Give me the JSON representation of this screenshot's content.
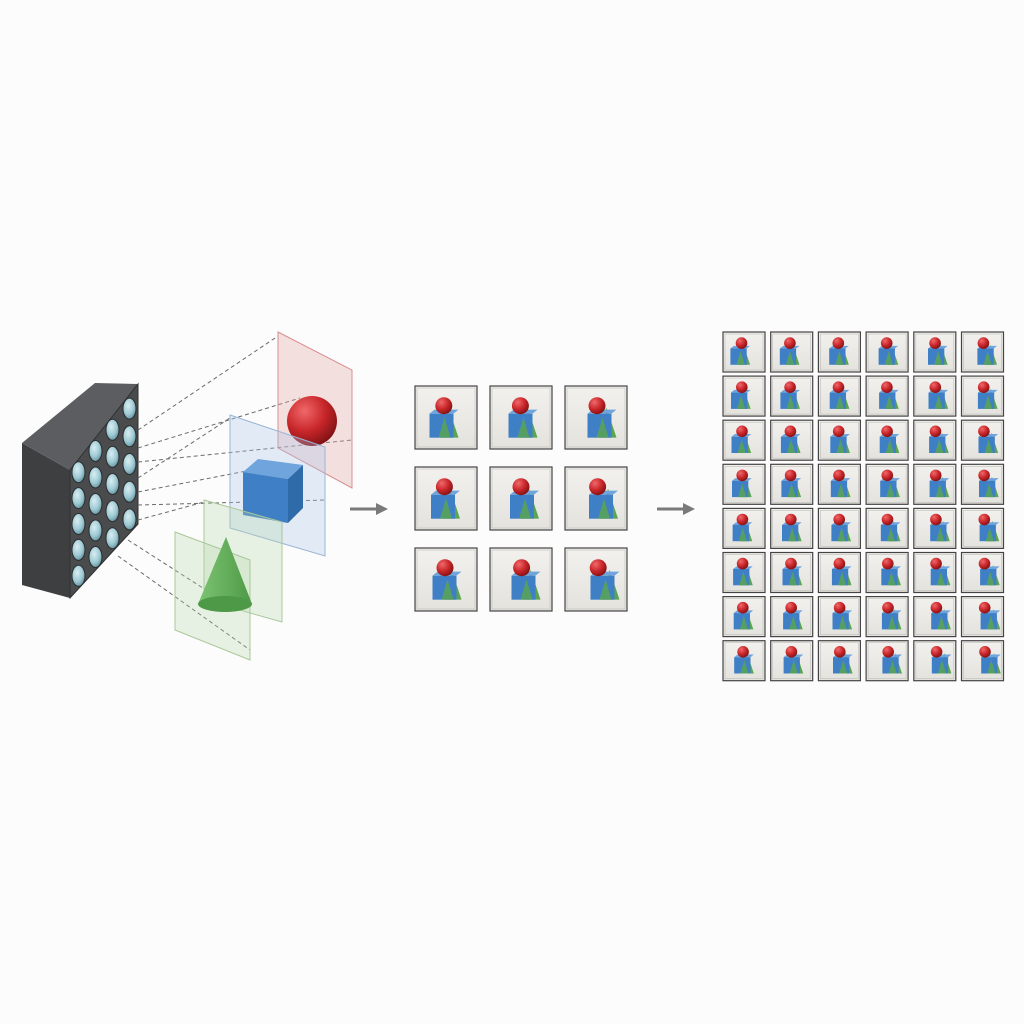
{
  "title": "",
  "colors": {
    "background": "#fcfcfc",
    "camera_body": "#4a4b4d",
    "lens": "#9ec9d3",
    "plane_red": "#e6a9a9",
    "plane_blue": "#a9c4e6",
    "plane_green": "#b7d6a8",
    "sphere": "#c8262a",
    "cube": "#3f7fc6",
    "cone": "#5aa551",
    "arrow": "#7a7a7a",
    "thumb_border": "#444444",
    "thumb_bg": "#ecebe7"
  },
  "camera": {
    "name": "light-field-camera",
    "lens_rows": 5,
    "lens_cols": 4
  },
  "depth_layers": [
    {
      "name": "sphere-layer",
      "shape": "sphere-icon",
      "color": "sphere"
    },
    {
      "name": "cube-layer",
      "shape": "cube-icon",
      "color": "cube"
    },
    {
      "name": "cone-layer",
      "shape": "cone-icon",
      "color": "cone"
    }
  ],
  "arrows": [
    {
      "name": "arrow-to-views"
    },
    {
      "name": "arrow-to-dense-views"
    }
  ],
  "view_grids": [
    {
      "name": "sparse-view-grid",
      "rows": 3,
      "cols": 3
    },
    {
      "name": "dense-view-grid",
      "rows": 8,
      "cols": 6
    }
  ]
}
